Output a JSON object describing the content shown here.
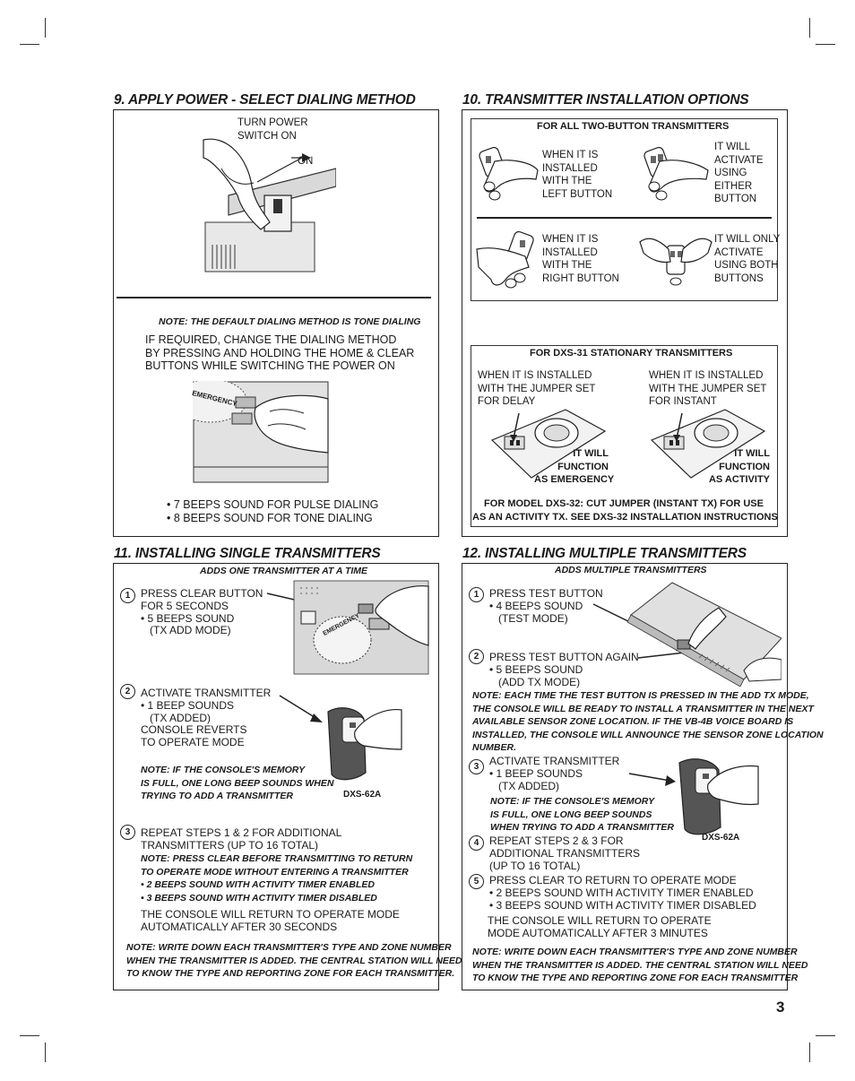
{
  "page_number": "3",
  "s9": {
    "title": "9. APPLY POWER - SELECT DIALING METHOD",
    "turn_power": "TURN POWER\nSWITCH ON",
    "on": "ON",
    "note_default": "NOTE: THE DEFAULT DIALING METHOD IS TONE DIALING",
    "if_required": "IF REQUIRED, CHANGE THE DIALING METHOD\nBY PRESSING AND HOLDING THE HOME & CLEAR\nBUTTONS WHILE SWITCHING THE POWER ON",
    "beeps": "• 7 BEEPS SOUND FOR PULSE DIALING\n• 8 BEEPS SOUND FOR TONE DIALING",
    "console_label": "EMERGENCY"
  },
  "s10": {
    "title": "10. TRANSMITTER INSTALLATION OPTIONS",
    "two_button_header": "FOR ALL TWO-BUTTON TRANSMITTERS",
    "left_button": "WHEN IT IS\nINSTALLED\nWITH THE\nLEFT BUTTON",
    "either_button": "IT WILL\nACTIVATE\nUSING\nEITHER\nBUTTON",
    "right_button": "WHEN IT IS\nINSTALLED\nWITH THE\nRIGHT BUTTON",
    "both_buttons": "IT WILL ONLY\nACTIVATE\nUSING BOTH\nBUTTONS",
    "dxs31_header": "FOR DXS-31 STATIONARY TRANSMITTERS",
    "jumper_delay": "WHEN IT IS INSTALLED\nWITH THE JUMPER SET\nFOR DELAY",
    "jumper_instant": "WHEN IT IS INSTALLED\nWITH THE JUMPER SET\nFOR INSTANT",
    "func_emergency": "IT WILL\nFUNCTION\nAS EMERGENCY",
    "func_activity": "IT WILL\nFUNCTION\nAS ACTIVITY",
    "dxs32_note": "FOR MODEL DXS-32: CUT JUMPER (INSTANT TX) FOR USE\nAS AN ACTIVITY TX. SEE DXS-32 INSTALLATION INSTRUCTIONS"
  },
  "s11": {
    "title": "11. INSTALLING SINGLE TRANSMITTERS",
    "subtitle": "ADDS ONE TRANSMITTER AT A TIME",
    "step1_num": "1",
    "step1": "PRESS CLEAR BUTTON\nFOR 5 SECONDS\n• 5 BEEPS SOUND\n   (TX ADD MODE)",
    "step2_num": "2",
    "step2": "ACTIVATE TRANSMITTER\n• 1 BEEP SOUNDS\n   (TX ADDED)\nCONSOLE REVERTS\nTO OPERATE MODE",
    "note_memory": "NOTE: IF THE CONSOLE'S MEMORY\nIS FULL, ONE LONG BEEP SOUNDS WHEN\nTRYING TO ADD A TRANSMITTER",
    "dxs62a": "DXS-62A",
    "step3_num": "3",
    "step3": "REPEAT STEPS 1 & 2 FOR ADDITIONAL\nTRANSMITTERS (UP TO 16 TOTAL)",
    "note_clear": "NOTE: PRESS CLEAR BEFORE TRANSMITTING TO RETURN\nTO OPERATE MODE WITHOUT ENTERING A TRANSMITTER\n• 2 BEEPS SOUND WITH ACTIVITY TIMER ENABLED\n• 3 BEEPS SOUND WITH ACTIVITY TIMER DISABLED",
    "console_return": "THE CONSOLE WILL RETURN TO OPERATE MODE\nAUTOMATICALLY AFTER 30 SECONDS",
    "note_write": "NOTE: WRITE DOWN EACH TRANSMITTER'S TYPE AND ZONE NUMBER\nWHEN THE TRANSMITTER IS ADDED. THE CENTRAL STATION WILL NEED\nTO KNOW THE TYPE AND REPORTING ZONE FOR EACH TRANSMITTER.",
    "console_label": "EMERGENCY"
  },
  "s12": {
    "title": "12. INSTALLING MULTIPLE TRANSMITTERS",
    "subtitle": "ADDS MULTIPLE TRANSMITTERS",
    "step1_num": "1",
    "step1": "PRESS TEST BUTTON\n• 4 BEEPS SOUND\n   (TEST MODE)",
    "step2_num": "2",
    "step2": "PRESS TEST BUTTON AGAIN\n• 5 BEEPS SOUND\n   (ADD TX MODE)",
    "note_each": "NOTE: EACH TIME THE TEST BUTTON IS PRESSED IN THE ADD TX MODE,\nTHE CONSOLE WILL BE READY TO INSTALL A TRANSMITTER IN THE NEXT\nAVAILABLE SENSOR ZONE LOCATION. IF THE VB-4B VOICE BOARD IS\nINSTALLED, THE CONSOLE WILL ANNOUNCE THE SENSOR ZONE LOCATION\nNUMBER.",
    "step3_num": "3",
    "step3": "ACTIVATE TRANSMITTER\n• 1 BEEP SOUNDS\n   (TX ADDED)",
    "note_memory": "NOTE: IF THE CONSOLE'S MEMORY\nIS FULL, ONE LONG BEEP SOUNDS\nWHEN TRYING TO ADD A TRANSMITTER",
    "dxs62a": "DXS-62A",
    "step4_num": "4",
    "step4": "REPEAT STEPS 2 & 3 FOR\nADDITIONAL TRANSMITTERS\n(UP TO 16 TOTAL)",
    "step5_num": "5",
    "step5": "PRESS CLEAR TO RETURN TO OPERATE MODE\n• 2 BEEPS SOUND WITH ACTIVITY TIMER ENABLED\n• 3 BEEPS SOUND WITH ACTIVITY TIMER DISABLED",
    "console_return": "THE CONSOLE WILL RETURN TO OPERATE\nMODE AUTOMATICALLY AFTER 3 MINUTES",
    "note_write": "NOTE: WRITE DOWN EACH TRANSMITTER'S TYPE AND ZONE NUMBER\nWHEN THE TRANSMITTER IS ADDED. THE CENTRAL STATION WILL NEED\nTO KNOW THE TYPE AND REPORTING ZONE FOR EACH TRANSMITTER"
  }
}
